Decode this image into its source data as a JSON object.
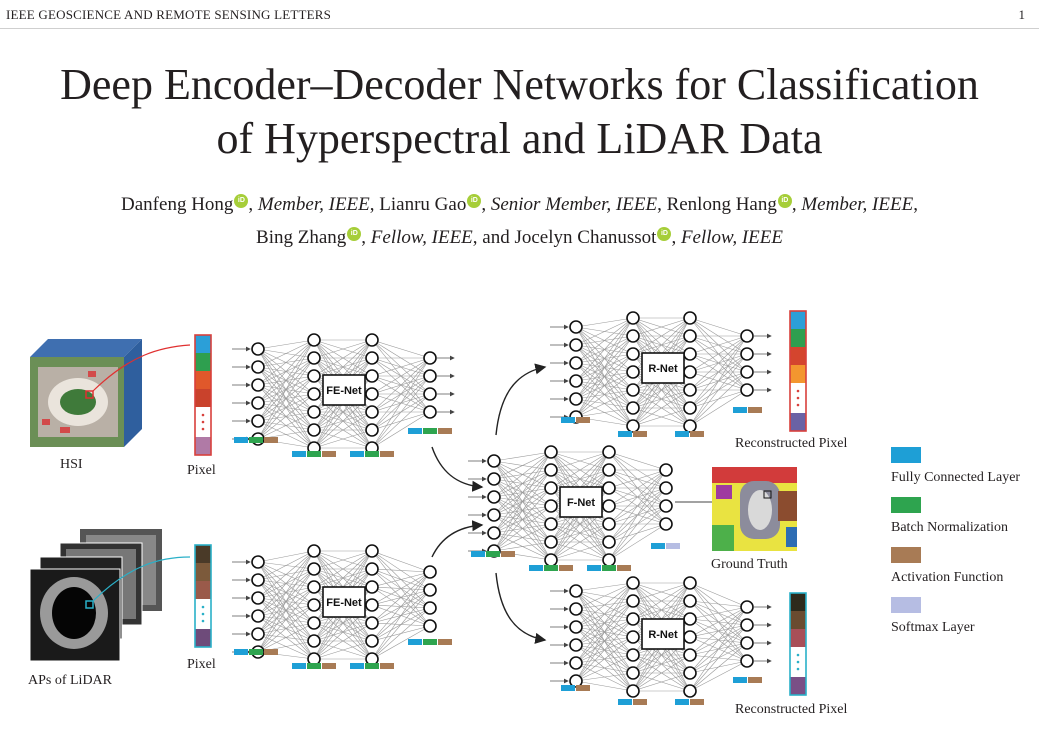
{
  "header": {
    "journal": "IEEE GEOSCIENCE AND REMOTE SENSING LETTERS",
    "page_number": "1"
  },
  "title": {
    "line1": "Deep Encoder–Decoder Networks for Classification",
    "line2": "of Hyperspectral and LiDAR Data"
  },
  "authors": [
    {
      "name": "Danfeng Hong",
      "role": "Member, IEEE"
    },
    {
      "name": "Lianru Gao",
      "role": "Senior Member, IEEE"
    },
    {
      "name": "Renlong Hang",
      "role": "Member, IEEE"
    },
    {
      "name": "Bing Zhang",
      "role": "Fellow, IEEE"
    },
    {
      "name": "Jocelyn Chanussot",
      "role": "Fellow, IEEE"
    }
  ],
  "orcid_badge": "iD",
  "figure": {
    "labels": {
      "hsi": "HSI",
      "lidar": "APs of LiDAR",
      "pixel_top": "Pixel",
      "pixel_bottom": "Pixel",
      "recon_top": "Reconstructed Pixel",
      "recon_bottom": "Reconstructed Pixel",
      "ground_truth": "Ground Truth"
    },
    "nets": {
      "fe_top": "FE-Net",
      "fe_bottom": "FE-Net",
      "fusion": "F-Net",
      "r_top": "R-Net",
      "r_bottom": "R-Net"
    },
    "legend": [
      {
        "label": "Fully Connected Layer",
        "color": "#1e9fd6"
      },
      {
        "label": "Batch Normalization",
        "color": "#2ea44f"
      },
      {
        "label": "Activation Function",
        "color": "#a87b55"
      },
      {
        "label": "Softmax Layer",
        "color": "#b6bde3"
      }
    ],
    "hsi_pixel_colors": [
      "#2b9fd8",
      "#2e9f4f",
      "#e0582b",
      "#c9422c",
      "#b07aa6"
    ],
    "lidar_pixel_colors": [
      "#4a3a28",
      "#7c5a3b",
      "#9a5a4a",
      "#6e4b7a"
    ],
    "recon_top_colors": [
      "#2b9fd8",
      "#2e9f4f",
      "#d4452e",
      "#f3962f",
      "#6a62a5"
    ],
    "recon_bottom_colors": [
      "#2e2a1c",
      "#6a4b30",
      "#a84f58",
      "#7a4f86"
    ]
  }
}
